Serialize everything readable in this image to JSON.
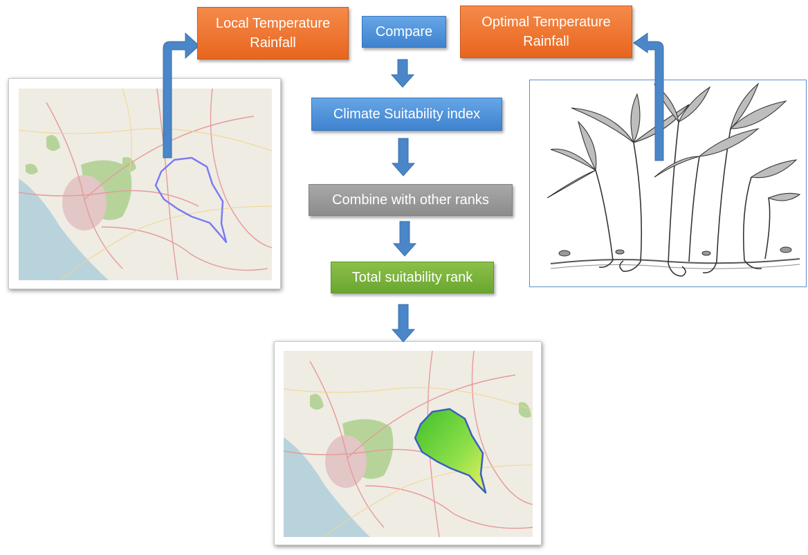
{
  "boxes": {
    "local_climate": "Local Temperature\nRainfall",
    "compare": "Compare",
    "optimal_climate": "Optimal Temperature\nRainfall",
    "climate_index": "Climate Suitability index",
    "combine": "Combine with other ranks",
    "total_rank": "Total suitability rank"
  },
  "colors": {
    "orange": "#e8651e",
    "blue": "#4a8ad4",
    "gray": "#979797",
    "green": "#78b23a",
    "arrow": "#4a86c8"
  }
}
